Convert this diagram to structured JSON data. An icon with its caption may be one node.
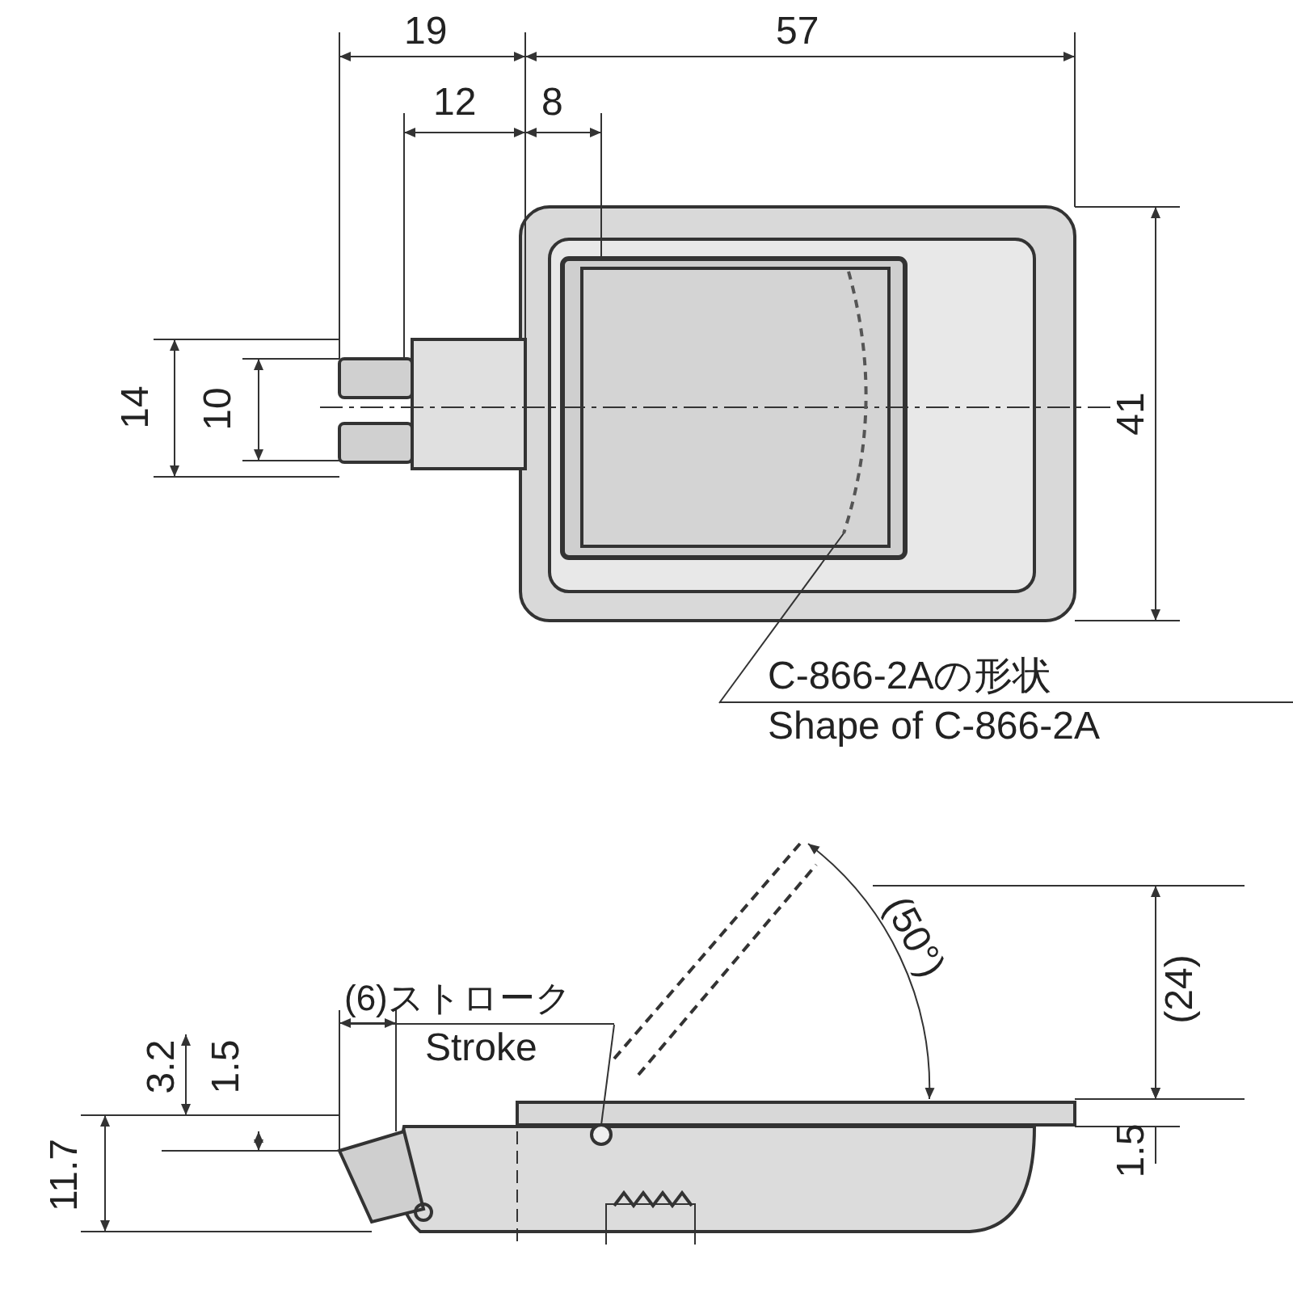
{
  "diagram": {
    "nodes": [
      {
        "text": [
          "C-866-2Aの形状",
          "Shape of C-866-2A"
        ]
      },
      {
        "text": [],
        "shape": "picture"
      },
      {
        "text": [
          "(6)ストローク",
          "Stroke"
        ]
      },
      {
        "text": [],
        "shape": "circle"
      }
    ],
    "edges": [
      {
        "from": 0,
        "to": 1,
        "arrow": "none"
      },
      {
        "from": 2,
        "to": 3,
        "arrow": "none"
      }
    ],
    "labels": [
      "19",
      "57",
      "12",
      "8",
      "14",
      "10",
      "41",
      "(50°)",
      "(24)",
      "3.2",
      "1.5",
      "1.5",
      "11.7"
    ]
  }
}
